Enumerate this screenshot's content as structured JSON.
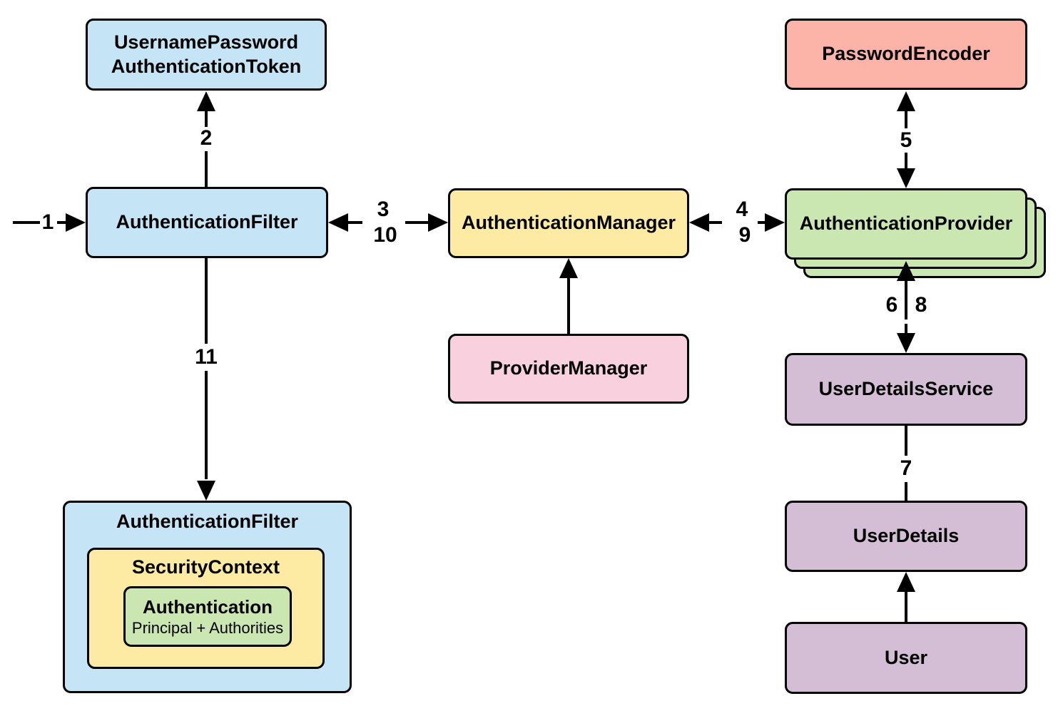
{
  "colors": {
    "background": "#ffffff",
    "stroke": "#000000",
    "blue": "#c5e5f6",
    "yellow": "#fdeba3",
    "green": "#cae7b2",
    "salmon": "#fbb4a7",
    "purple": "#d4bed5",
    "pink": "#f9d0de"
  },
  "nodes": {
    "token": {
      "line1": "UsernamePassword",
      "line2": "AuthenticationToken"
    },
    "authentication_filter": {
      "label": "AuthenticationFilter"
    },
    "authentication_manager": {
      "label": "AuthenticationManager"
    },
    "provider_manager": {
      "label": "ProviderManager"
    },
    "password_encoder": {
      "label": "PasswordEncoder"
    },
    "authentication_provider": {
      "label": "AuthenticationProvider"
    },
    "user_details_service": {
      "label": "UserDetailsService"
    },
    "user_details": {
      "label": "UserDetails"
    },
    "user": {
      "label": "User"
    },
    "filter_result": {
      "label": "AuthenticationFilter"
    },
    "security_context": {
      "label": "SecurityContext"
    },
    "authentication": {
      "label": "Authentication",
      "sublabel": "Principal + Authorities"
    }
  },
  "steps": {
    "s1": "1",
    "s2": "2",
    "s3": "3",
    "s4": "4",
    "s5": "5",
    "s6": "6",
    "s7": "7",
    "s8": "8",
    "s9": "9",
    "s10": "10",
    "s11": "11"
  }
}
